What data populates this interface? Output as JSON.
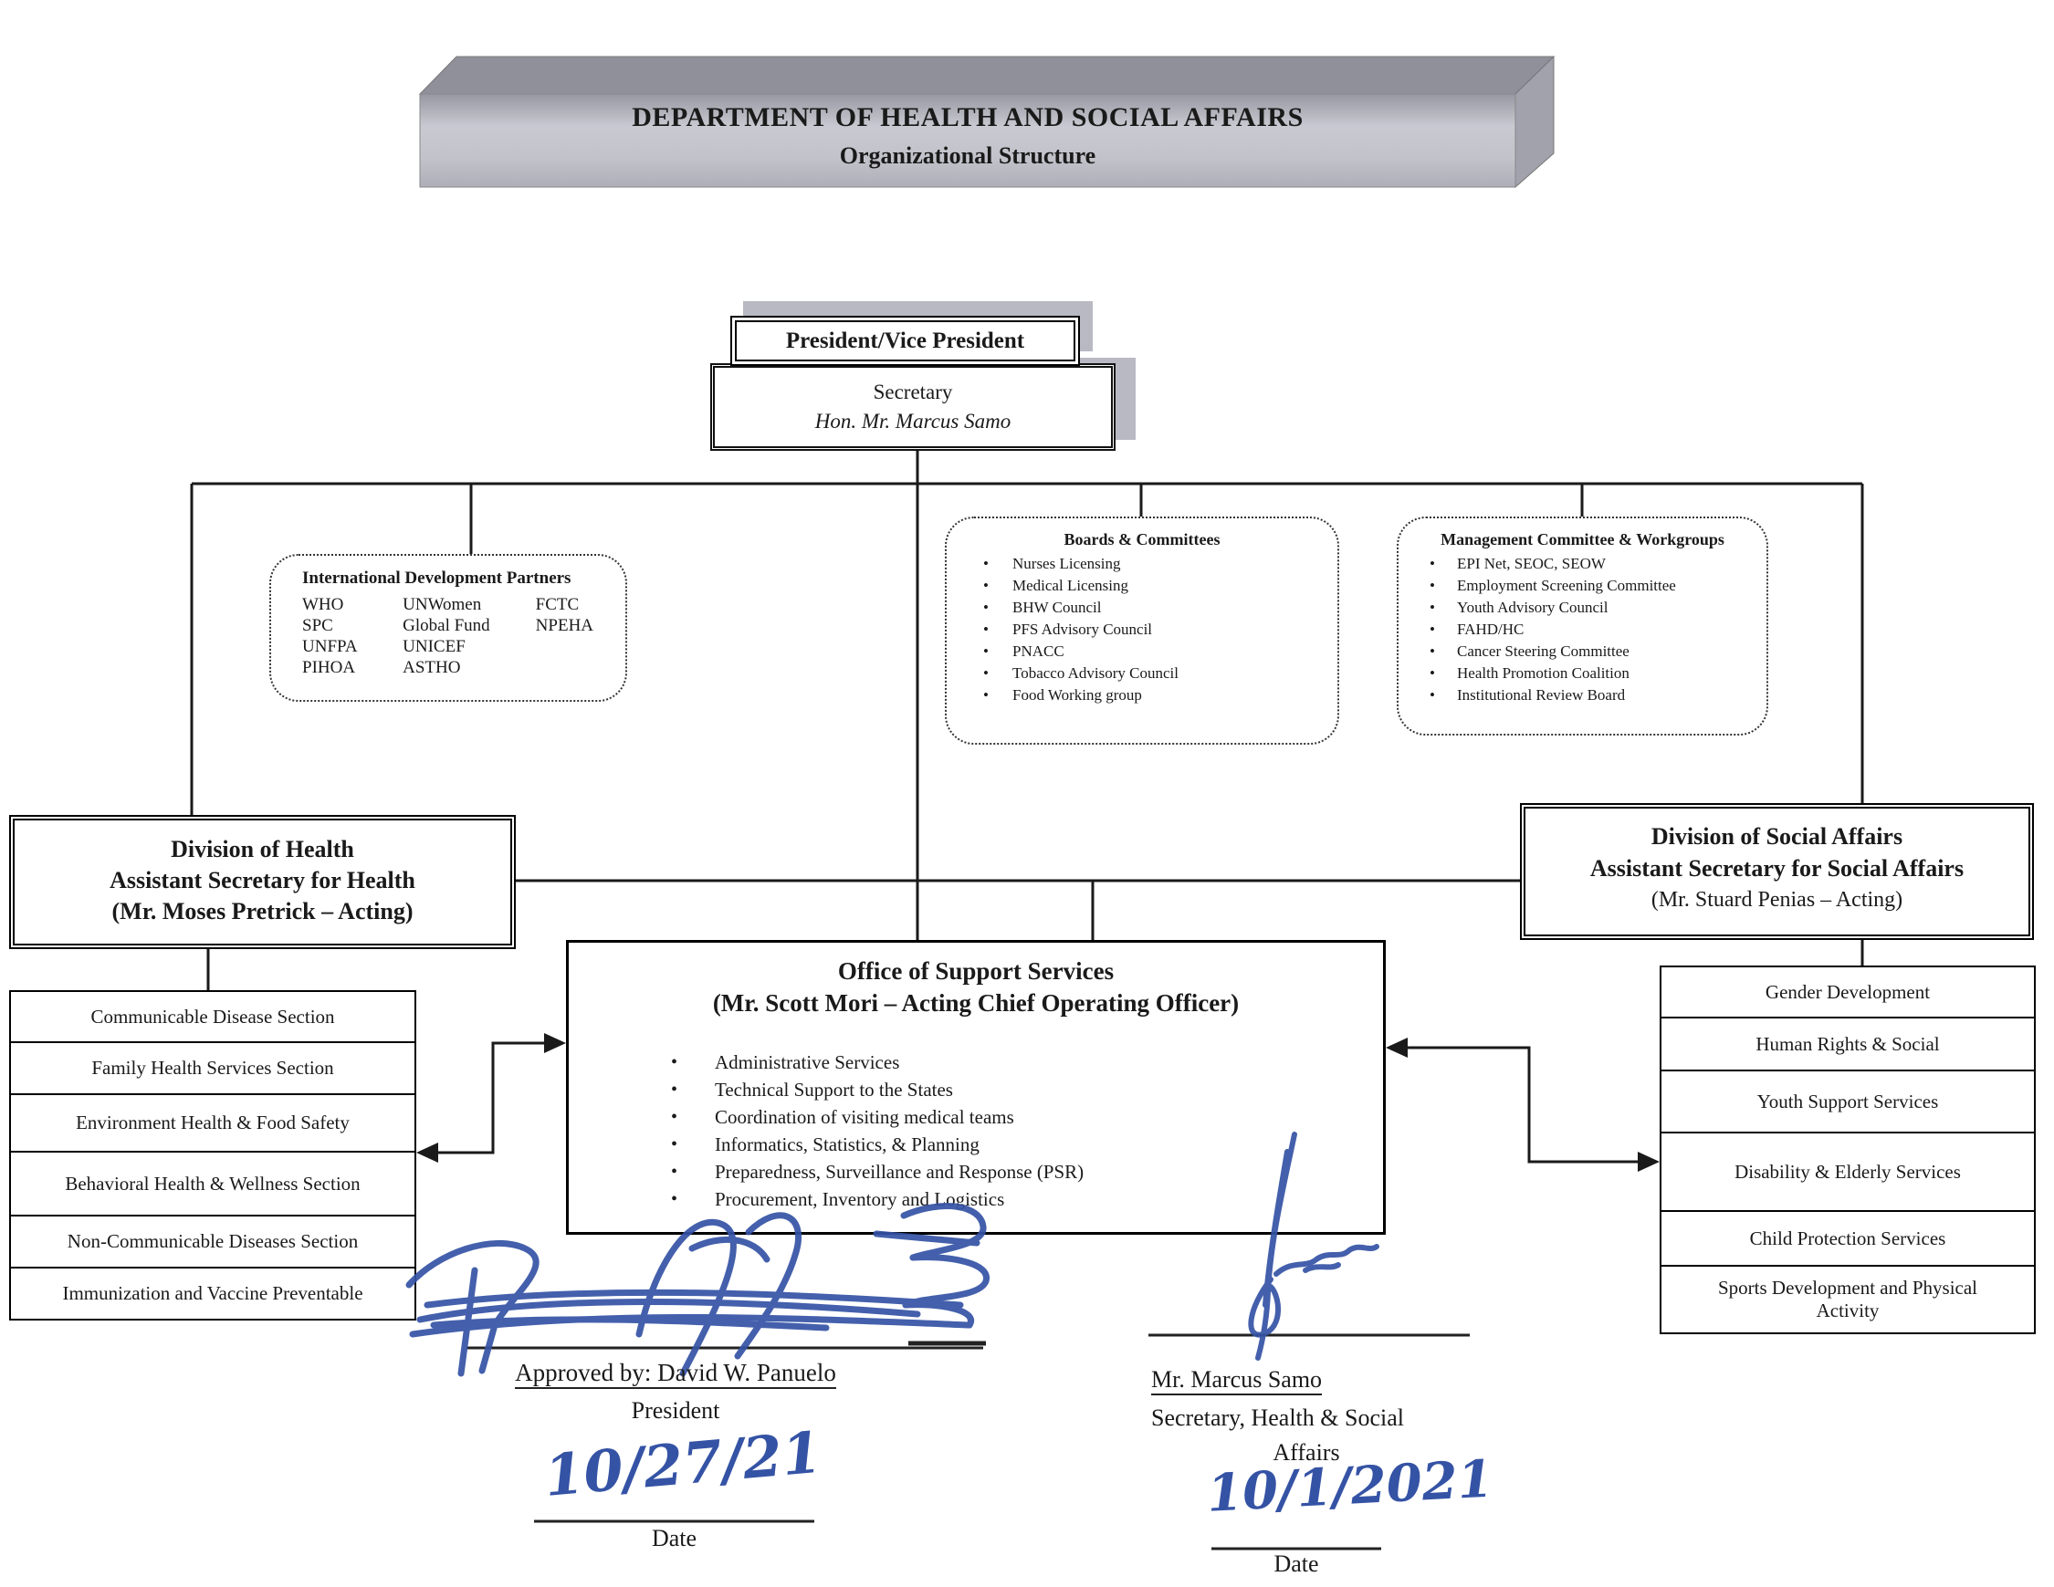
{
  "banner": {
    "title": "DEPARTMENT OF HEALTH AND SOCIAL AFFAIRS",
    "subtitle": "Organizational Structure"
  },
  "president_box": {
    "label": "President/Vice President"
  },
  "secretary_box": {
    "title": "Secretary",
    "name": "Hon. Mr. Marcus Samo"
  },
  "idp": {
    "title": "International Development Partners",
    "col1": [
      "WHO",
      "SPC",
      "UNFPA",
      "PIHOA"
    ],
    "col2": [
      "UNWomen",
      "Global Fund",
      "UNICEF",
      "ASTHO"
    ],
    "col3": [
      "FCTC",
      "NPEHA"
    ]
  },
  "boards": {
    "title": "Boards & Committees",
    "items": [
      "Nurses Licensing",
      "Medical Licensing",
      "BHW Council",
      "PFS Advisory Council",
      "PNACC",
      "Tobacco Advisory Council",
      "Food Working group"
    ]
  },
  "mgmt": {
    "title": "Management Committee & Workgroups",
    "items": [
      "EPI Net, SEOC, SEOW",
      "Employment Screening Committee",
      "Youth Advisory Council",
      "FAHD/HC",
      "Cancer Steering Committee",
      "Health Promotion Coalition",
      "Institutional Review Board"
    ]
  },
  "division_health": {
    "line1": "Division of Health",
    "line2": "Assistant Secretary for Health",
    "line3": "(Mr. Moses Pretrick – Acting)"
  },
  "division_social": {
    "line1": "Division of Social Affairs",
    "line2": "Assistant Secretary for Social Affairs",
    "line3": "(Mr. Stuard Penias – Acting)"
  },
  "oss": {
    "title1": "Office of Support Services",
    "title2": "(Mr. Scott Mori – Acting Chief Operating Officer)",
    "items": [
      "Administrative Services",
      "Technical Support to the States",
      "Coordination of visiting medical teams",
      "Informatics, Statistics, & Planning",
      "Preparedness, Surveillance and Response (PSR)",
      "Procurement, Inventory and Logistics"
    ]
  },
  "health_sections": [
    "Communicable Disease Section",
    "Family Health Services Section",
    "Environment Health & Food Safety",
    "Behavioral Health & Wellness Section",
    "Non-Communicable Diseases Section",
    "Immunization and Vaccine Preventable"
  ],
  "social_sections": [
    "Gender Development",
    "Human Rights & Social",
    "Youth Support Services",
    "Disability & Elderly Services",
    "Child Protection Services",
    "Sports Development and Physical Activity"
  ],
  "approval_left": {
    "approved_by": "Approved by: David W. Panuelo",
    "title": "President",
    "date_value": "10/27/21",
    "date_label": "Date"
  },
  "approval_right": {
    "name": "Mr. Marcus Samo",
    "title_line1": "Secretary, Health & Social",
    "title_line2": "Affairs",
    "date_value": "10/1/2021",
    "date_label": "Date"
  },
  "colors": {
    "ink": "#1a1a1a",
    "signature_blue": "#3553a5",
    "banner_gray_front": "#c2c2ca",
    "banner_gray_top": "#90909b"
  }
}
